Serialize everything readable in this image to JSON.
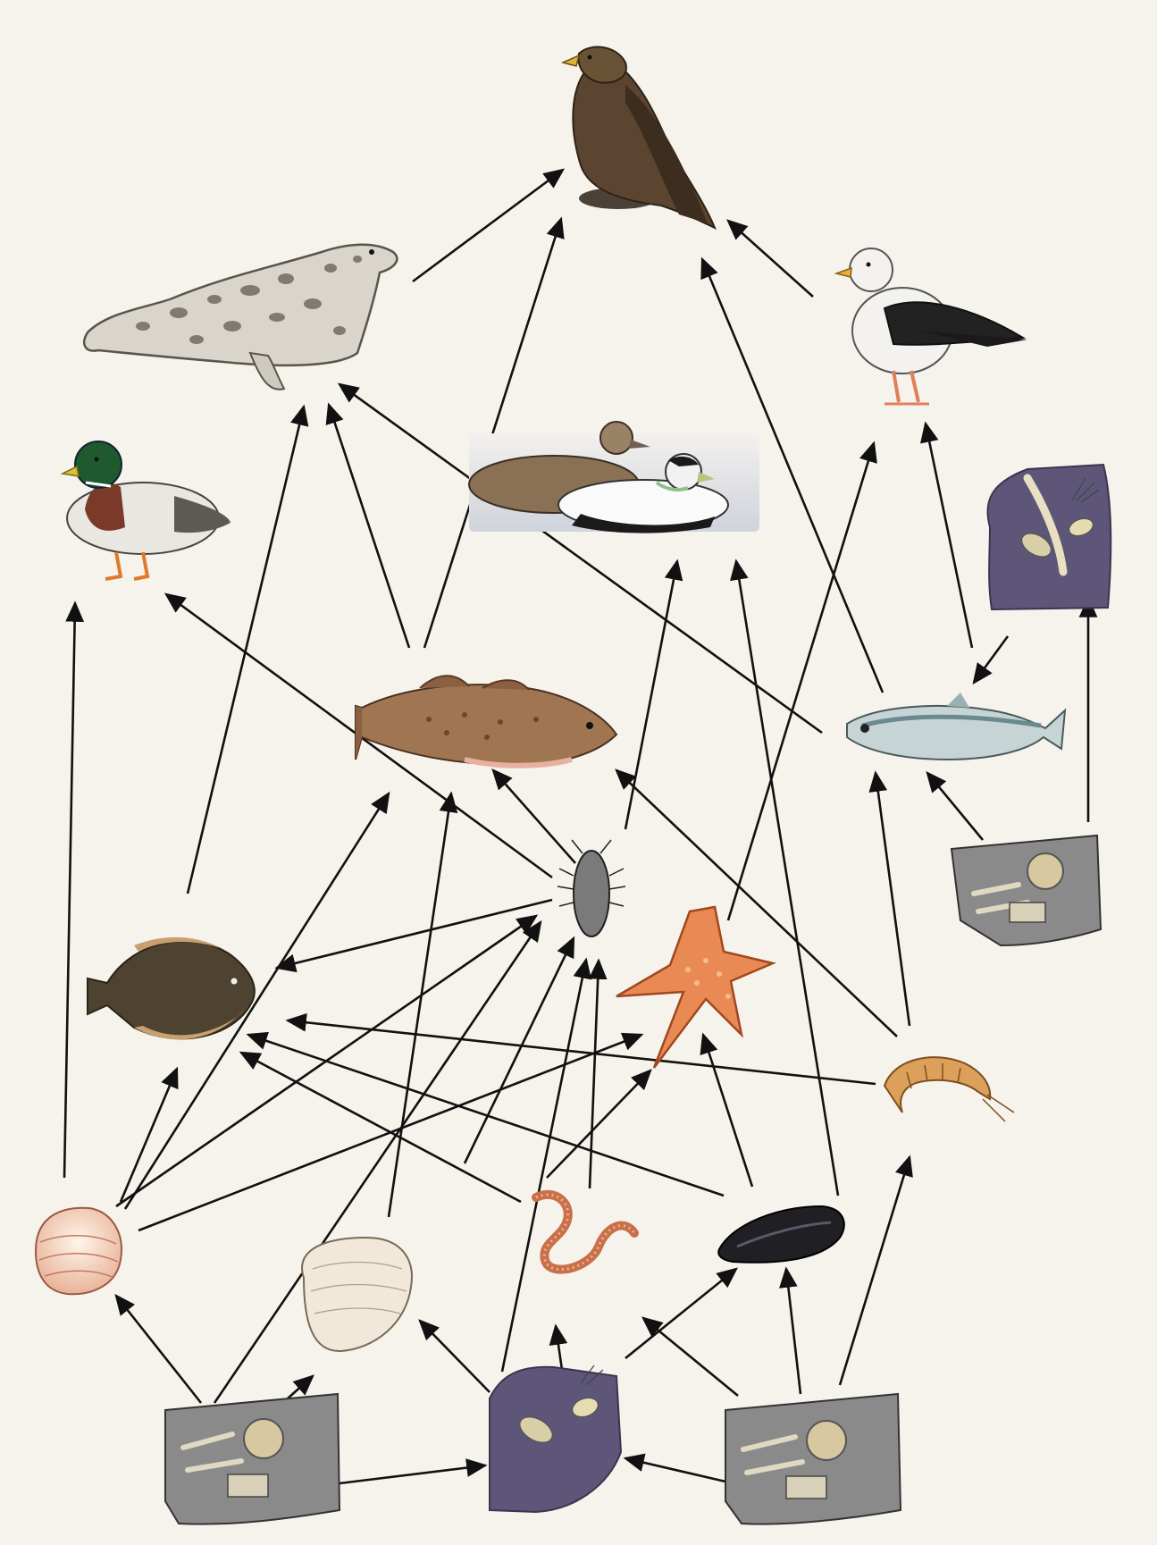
{
  "diagram": {
    "type": "food-web",
    "background": "#f6f3ec",
    "nodes": [
      {
        "id": "eagle",
        "icon": "white-tailed-eagle-icon"
      },
      {
        "id": "seal",
        "icon": "grey-seal-icon"
      },
      {
        "id": "gull",
        "icon": "great-black-backed-gull-icon"
      },
      {
        "id": "mallard",
        "icon": "mallard-duck-icon"
      },
      {
        "id": "eider",
        "icon": "common-eider-pair-icon"
      },
      {
        "id": "barnacle",
        "icon": "zooplankton-rock-icon"
      },
      {
        "id": "cod",
        "icon": "cod-fish-icon"
      },
      {
        "id": "herring",
        "icon": "herring-fish-icon"
      },
      {
        "id": "phyto_right",
        "icon": "phytoplankton-icon"
      },
      {
        "id": "isopod",
        "icon": "isopod-icon"
      },
      {
        "id": "starfish",
        "icon": "starfish-icon"
      },
      {
        "id": "flounder",
        "icon": "flounder-fish-icon"
      },
      {
        "id": "amphipod",
        "icon": "amphipod-icon"
      },
      {
        "id": "cockle",
        "icon": "cockle-shell-icon"
      },
      {
        "id": "clam",
        "icon": "clam-shell-icon"
      },
      {
        "id": "worm",
        "icon": "polychaete-worm-icon"
      },
      {
        "id": "mussel",
        "icon": "blue-mussel-icon"
      },
      {
        "id": "phyto_left",
        "icon": "phytoplankton-icon"
      },
      {
        "id": "zooplankton",
        "icon": "zooplankton-rock-icon"
      },
      {
        "id": "phyto_mid",
        "icon": "phytoplankton-icon"
      }
    ],
    "edges": [
      [
        "seal",
        "eagle"
      ],
      [
        "cod",
        "eagle"
      ],
      [
        "herring",
        "eagle"
      ],
      [
        "gull",
        "eagle"
      ],
      [
        "flounder",
        "seal"
      ],
      [
        "cod",
        "seal"
      ],
      [
        "herring",
        "seal"
      ],
      [
        "starfish",
        "gull"
      ],
      [
        "herring",
        "gull"
      ],
      [
        "cockle",
        "mallard"
      ],
      [
        "isopod",
        "mallard"
      ],
      [
        "isopod",
        "eider"
      ],
      [
        "mussel",
        "eider"
      ],
      [
        "barnacle",
        "herring"
      ],
      [
        "phyto_right",
        "herring"
      ],
      [
        "amphipod",
        "herring"
      ],
      [
        "phyto_right",
        "barnacle"
      ],
      [
        "isopod",
        "cod"
      ],
      [
        "amphipod",
        "cod"
      ],
      [
        "cockle",
        "cod"
      ],
      [
        "clam",
        "cod"
      ],
      [
        "isopod",
        "flounder"
      ],
      [
        "amphipod",
        "flounder"
      ],
      [
        "mussel",
        "flounder"
      ],
      [
        "worm",
        "flounder"
      ],
      [
        "cockle",
        "flounder"
      ],
      [
        "cockle",
        "isopod"
      ],
      [
        "clam",
        "isopod"
      ],
      [
        "worm",
        "isopod"
      ],
      [
        "phyto_left",
        "isopod"
      ],
      [
        "zooplankton",
        "isopod"
      ],
      [
        "cockle",
        "starfish"
      ],
      [
        "mussel",
        "starfish"
      ],
      [
        "worm",
        "starfish"
      ],
      [
        "phyto_mid",
        "amphipod"
      ],
      [
        "phyto_left",
        "cockle"
      ],
      [
        "phyto_left",
        "clam"
      ],
      [
        "zooplankton",
        "clam"
      ],
      [
        "phyto_left",
        "zooplankton"
      ],
      [
        "phyto_mid",
        "zooplankton"
      ],
      [
        "zooplankton",
        "worm"
      ],
      [
        "zooplankton",
        "mussel"
      ],
      [
        "phyto_mid",
        "worm"
      ],
      [
        "phyto_mid",
        "mussel"
      ]
    ]
  }
}
